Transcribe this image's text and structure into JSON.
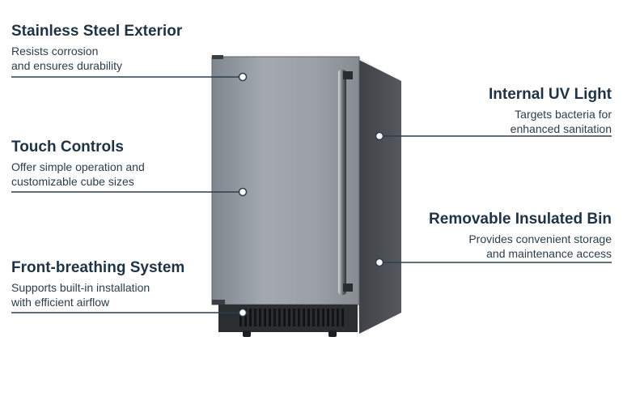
{
  "features": [
    {
      "title": "Stainless Steel Exterior",
      "description": "Resists corrosion\nand ensures durability"
    },
    {
      "title": "Touch Controls",
      "description": "Offer simple operation and\ncustomizable cube sizes"
    },
    {
      "title": "Front-breathing System",
      "description": "Supports built-in installation\nwith efficient airflow"
    },
    {
      "title": "Internal UV Light",
      "description": "Targets bacteria for\nenhanced sanitation"
    },
    {
      "title": "Removable Insulated Bin",
      "description": "Provides convenient storage\nand maintenance access"
    }
  ],
  "colors": {
    "heading": "#1f3344",
    "callout_line": "#2c3e4f",
    "door": "#8f959b",
    "cabinet_side": "#4a4d52"
  },
  "icons": {
    "callout_marker": "callout-dot-icon"
  }
}
